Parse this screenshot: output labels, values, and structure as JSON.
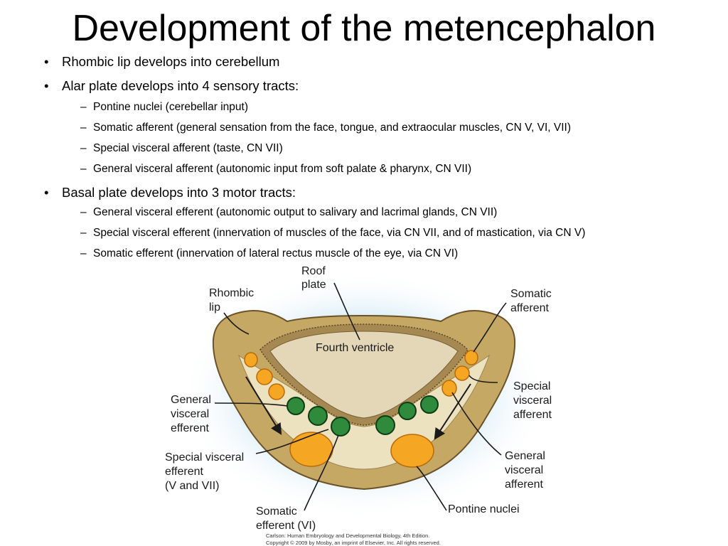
{
  "slide": {
    "title": "Development of the metencephalon",
    "bullets": [
      {
        "text": "Rhombic lip develops into cerebellum"
      },
      {
        "text": "Alar plate develops into 4 sensory tracts:",
        "subs": [
          "Pontine nuclei (cerebellar input)",
          "Somatic afferent (general sensation from the face, tongue, and extraocular muscles, CN V, VI, VII)",
          "Special visceral afferent (taste, CN VII)",
          "General visceral afferent (autonomic input from soft palate & pharynx, CN VII)"
        ]
      },
      {
        "text": "Basal plate develops into 3 motor tracts:",
        "subs": [
          "General visceral efferent (autonomic output to salivary and lacrimal glands, CN VII)",
          "Special visceral efferent (innervation of muscles of the face, via CN VII, and of mastication, via CN V)",
          "Somatic efferent (innervation of lateral rectus muscle of the eye, via CN VI)"
        ]
      }
    ],
    "bullet_glyph": "•",
    "dash_glyph": "–"
  },
  "diagram": {
    "labels": {
      "roof_plate": [
        "Roof",
        "plate"
      ],
      "rhombic_lip": [
        "Rhombic",
        "lip"
      ],
      "somatic_afferent": [
        "Somatic",
        "afferent"
      ],
      "fourth_ventricle": "Fourth ventricle",
      "general_visceral_efferent": [
        "General",
        "visceral",
        "efferent"
      ],
      "special_visceral_afferent": [
        "Special",
        "visceral",
        "afferent"
      ],
      "special_visceral_efferent": [
        "Special visceral",
        "efferent",
        "(V and VII)"
      ],
      "general_visceral_afferent": [
        "General",
        "visceral",
        "afferent"
      ],
      "somatic_efferent": [
        "Somatic",
        "efferent (VI)"
      ],
      "pontine_nuclei": "Pontine nuclei"
    },
    "credit": [
      "Carlson: Human Embryology and Developmental Biology, 4th Edition.",
      "Copyright © 2009 by Mosby, an imprint of Elsevier, Inc. All rights reserved."
    ],
    "colors": {
      "halo": "#cfe8f5",
      "tissue": "#c6a865",
      "tissue_outline": "#6b5228",
      "inner": "#ede2bf",
      "ventricle": "#e3d7b8",
      "roof_band": "#a58852",
      "afferent": "#f5a623",
      "efferent": "#2f8a3c",
      "efferent_outline": "#0d3d15"
    }
  }
}
